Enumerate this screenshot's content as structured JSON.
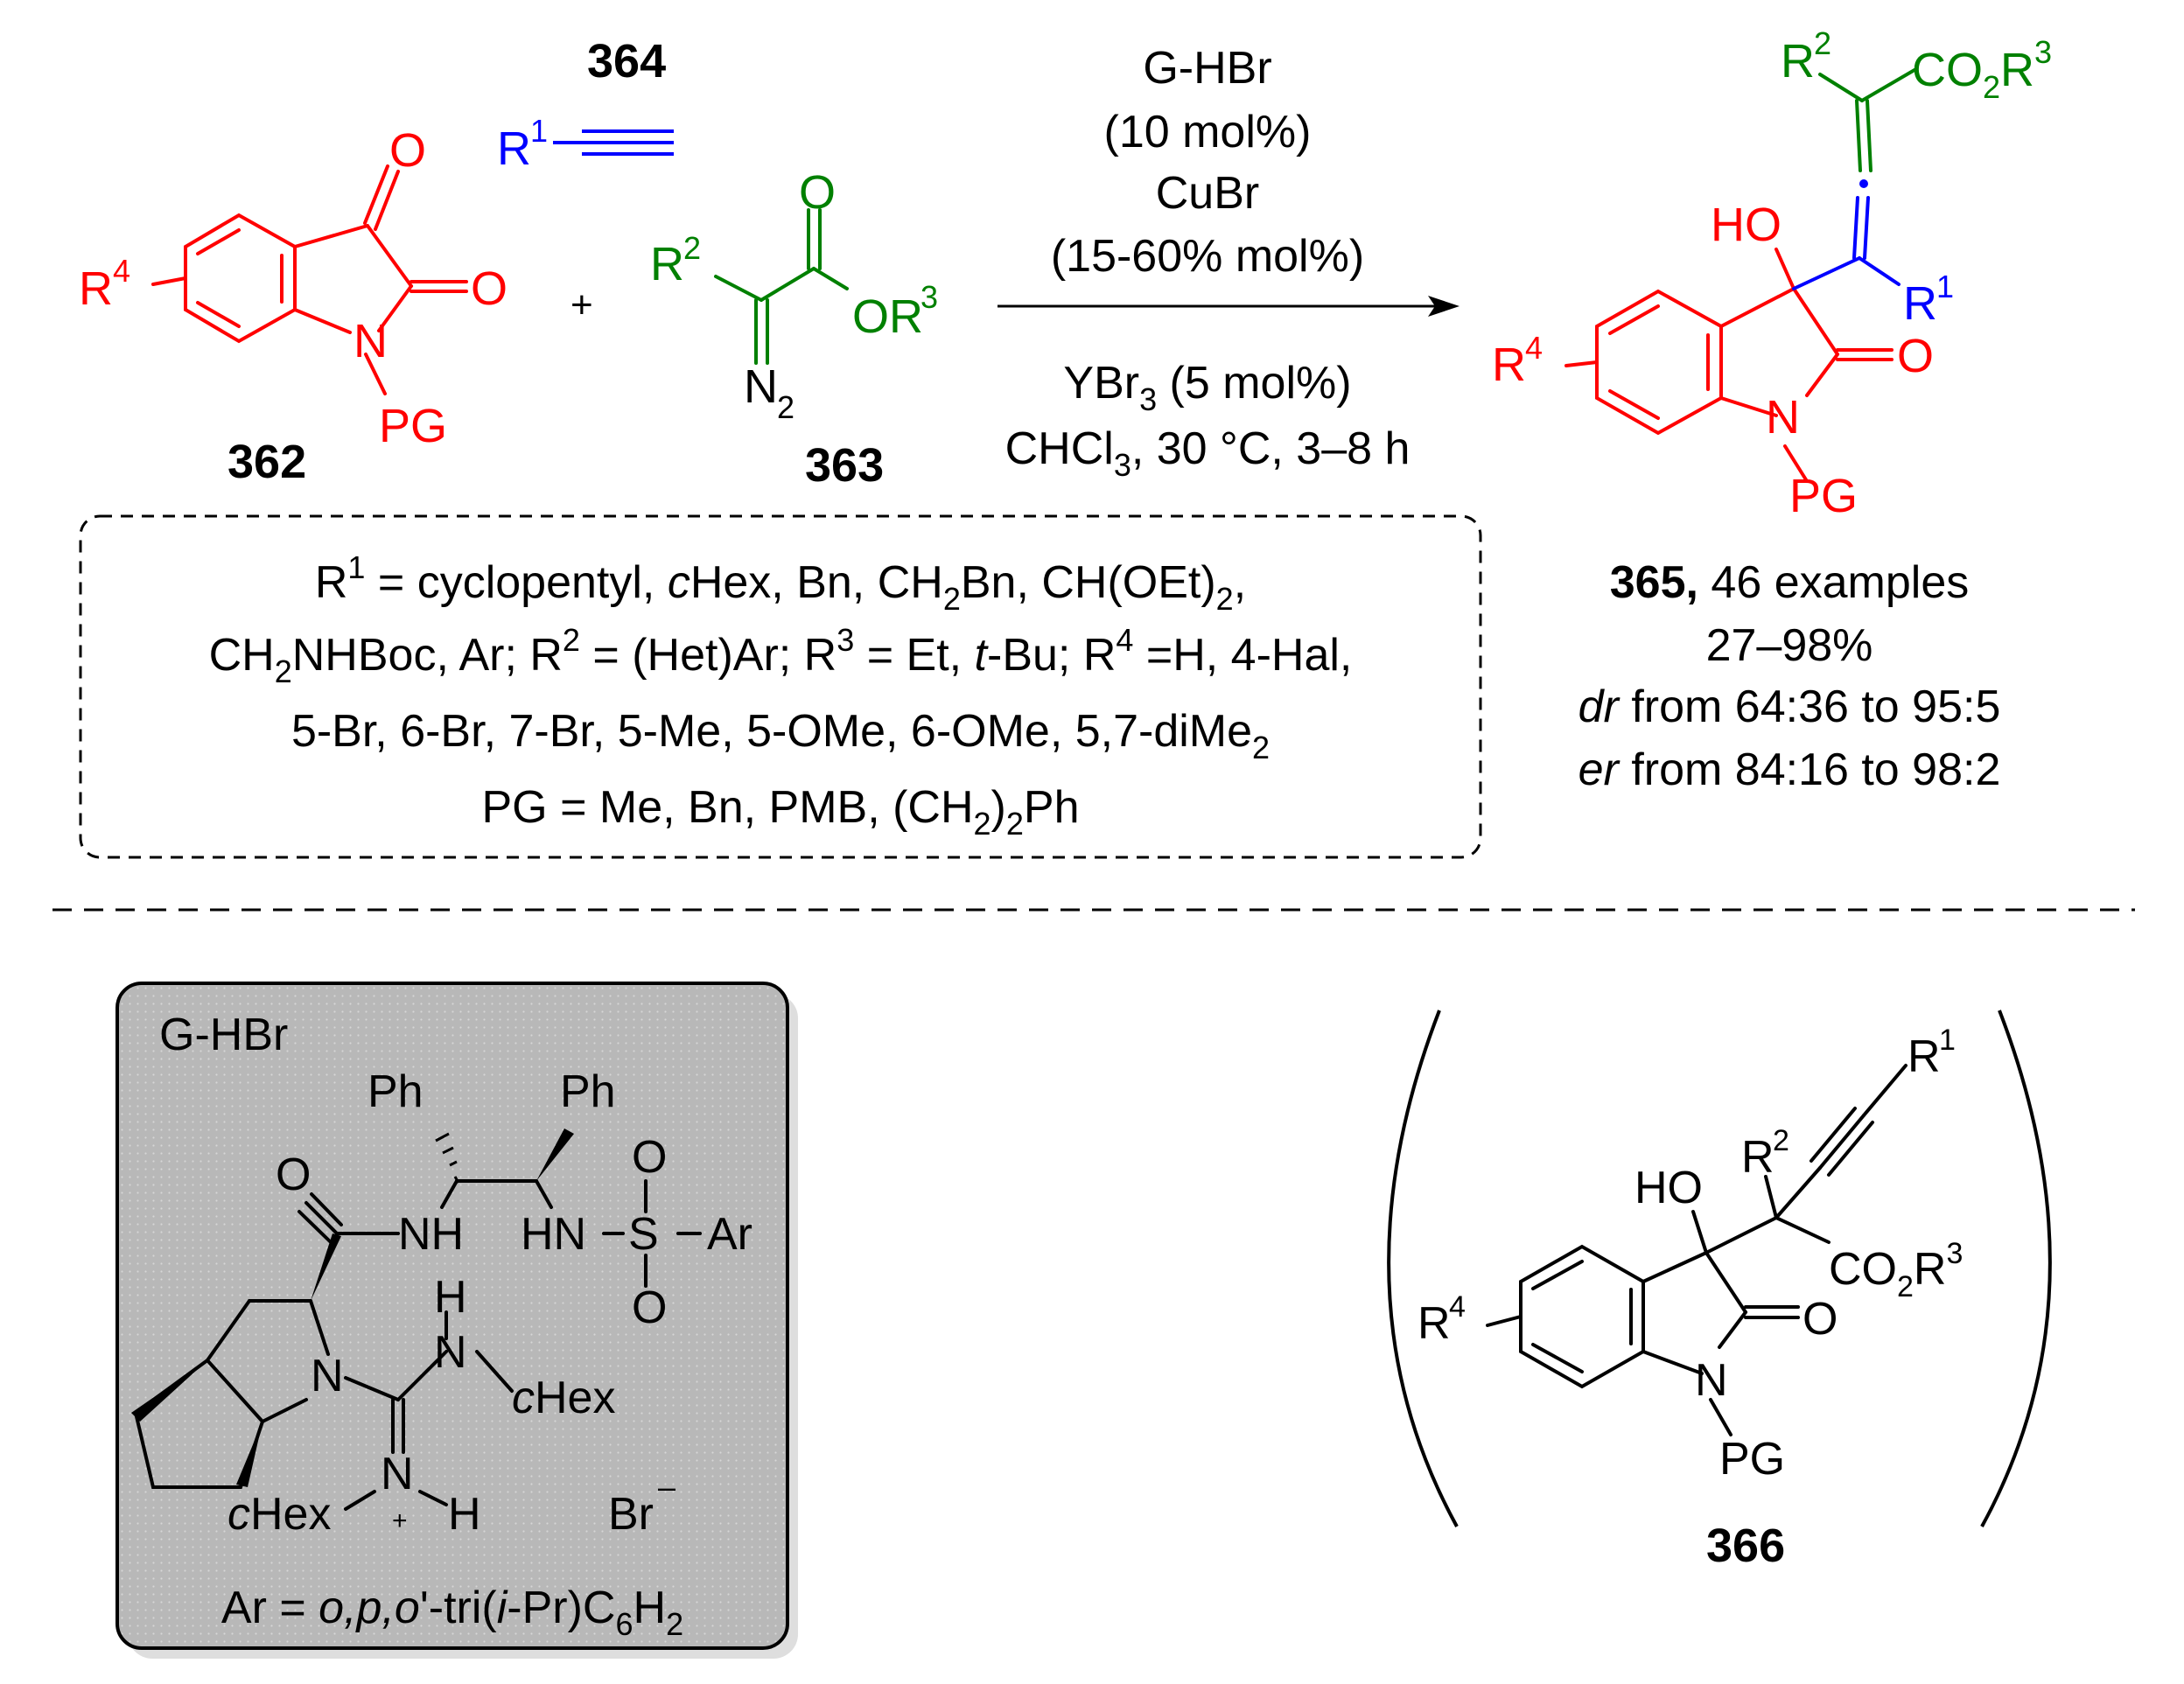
{
  "compounds": {
    "c362": "362",
    "c363": "363",
    "c364": "364",
    "c365": "365,",
    "c366": "366"
  },
  "atoms": {
    "O": "O",
    "N": "N",
    "PG": "PG",
    "R": "R",
    "R1": "1",
    "R2": "2",
    "R3": "3",
    "R4": "4",
    "OR": "OR",
    "N2": "N",
    "N2sub": "2",
    "CO2R": "CO",
    "CO2sub": "2",
    "HO": "HO",
    "plus": "+"
  },
  "conditions": {
    "line1": "G-HBr",
    "line2": "(10 mol%)",
    "line3": "CuBr",
    "line4": "(15-60% mol%)",
    "line5a": "YBr",
    "line5sub": "3",
    "line5b": " (5 mol%)",
    "line6a": "CHCl",
    "line6sub": "3",
    "line6b": ", 30 °C, 3–8 h"
  },
  "product_info": {
    "examples": "46 examples",
    "yield": "27–98%",
    "dr_label": "dr",
    "dr_text": " from 64:36 to 95:5",
    "er_label": "er",
    "er_text": " from 84:16 to 98:2"
  },
  "scope": {
    "r1_a": "R",
    "r1_sup": "1",
    "r1_b": " = cyclopentyl, ",
    "r1_c": "c",
    "r1_d": "Hex, Bn, CH",
    "r1_sub1": "2",
    "r1_e": "Bn, CH(OEt)",
    "r1_sub2": "2",
    "r1_f": ",",
    "l2_a": "CH",
    "l2_sub": "2",
    "l2_b": "NHBoc, Ar; R",
    "l2_sup2": "2",
    "l2_c": " = (Het)Ar; R",
    "l2_sup3": "3",
    "l2_d": " = Et, ",
    "l2_e": "t",
    "l2_f": "-Bu; R",
    "l2_sup4": "4",
    "l2_g": " =H, 4-Hal,",
    "l3_a": "5-Br, 6-Br, 7-Br, 5-Me, 5-OMe, 6-OMe, 5,7-diMe",
    "l3_sub": "2",
    "l4_a": "PG = Me, Bn, PMB, (CH",
    "l4_sub": "2",
    "l4_b": ")",
    "l4_sub2": "2",
    "l4_c": "Ph"
  },
  "catalyst": {
    "title": "G-HBr",
    "ph": "Ph",
    "o": "O",
    "nh": "NH",
    "hn": "HN",
    "s": "S",
    "ar": "Ar",
    "h": "H",
    "n": "N",
    "c": "c",
    "hex": "Hex",
    "plus": "+",
    "br": "Br",
    "minus": "–",
    "ar_a": "Ar = ",
    "ar_b": "o,p,o",
    "ar_c": "'-tri(",
    "ar_d": "i",
    "ar_e": "-Pr)C",
    "ar_sub1": "6",
    "ar_f": "H",
    "ar_sub2": "2"
  }
}
